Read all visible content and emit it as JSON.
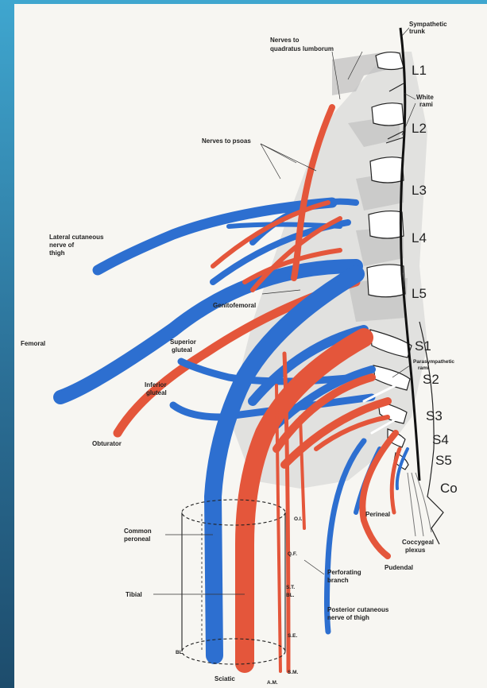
{
  "labels": {
    "sympathetic_trunk": [
      "Sympathetic",
      "trunk"
    ],
    "nerves_quadratus": [
      "Nerves to",
      "quadratus lumborum"
    ],
    "white_rami": [
      "White",
      "rami"
    ],
    "nerves_psoas": "Nerves to psoas",
    "lateral_cutaneous": [
      "Lateral cutaneous",
      "nerve of",
      "thigh"
    ],
    "genitofemoral": "Genitofemoral",
    "femoral": "Femoral",
    "superior_gluteal": [
      "Superior",
      "gluteal"
    ],
    "inferior_gluteal": [
      "Inferior",
      "gluteal"
    ],
    "parasympathetic_rami": [
      "Parasympathetic",
      "rami"
    ],
    "obturator": "Obturator",
    "perineal": "Perineal",
    "coccygeal_plexus": [
      "Coccygeal",
      "plexus"
    ],
    "common_peroneal": [
      "Common",
      "peroneal"
    ],
    "pudendal": "Pudendal",
    "perforating_branch": [
      "Perforating",
      "branch"
    ],
    "tibial": "Tibial",
    "posterior_cutaneous": [
      "Posterior cutaneous",
      "nerve of thigh"
    ],
    "sciatic": "Sciatic",
    "small_abbrevs": {
      "bl": "BL",
      "oi": "O.I.",
      "qf": "Q.F.",
      "st": "S.T.",
      "bl2": "BL.",
      "se": "S.E.",
      "sm": "S.M.",
      "am": "A.M."
    }
  },
  "segments": [
    "L1",
    "L2",
    "L3",
    "L4",
    "L5",
    "S1",
    "S2",
    "S3",
    "S4",
    "S5",
    "Co"
  ],
  "colors": {
    "background_top": "#3fa6cf",
    "background_bottom": "#1d4c6c",
    "plate": "#f7f6f2",
    "ventral_division": "#e4563b",
    "dorsal_division": "#2d6fd0"
  }
}
